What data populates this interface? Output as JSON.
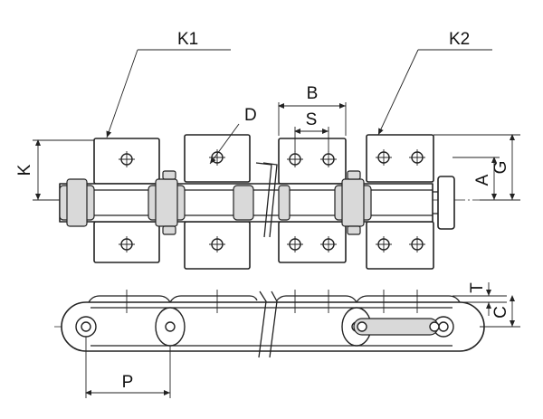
{
  "labels": {
    "k1": "K1",
    "k2": "K2",
    "b": "B",
    "s": "S",
    "d": "D",
    "k": "K",
    "g": "G",
    "a": "A",
    "t": "T",
    "c": "C",
    "p": "P"
  }
}
